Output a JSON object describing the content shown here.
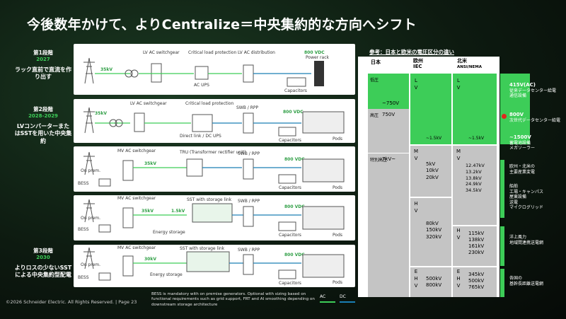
{
  "title": "今後数年かけて、よりCentralize＝中央集約的な方向へシフト",
  "stages": [
    {
      "name": "第1段階",
      "year": "2027",
      "desc": "ラック直前で直流を作り出す"
    },
    {
      "name": "第2段階",
      "year": "2028-2029",
      "desc": "LVコンバーターまたはSSTを用いた中央集約"
    },
    {
      "name": "第3段階",
      "year": "2030",
      "desc": "よりロスの少ないSSTによる中央集約型配電"
    }
  ],
  "panel1": {
    "kv": "35kV",
    "lv_ac_switchgear": "LV AC switchgear",
    "critical_load": "Critical load protection",
    "ac_ups": "AC UPS",
    "lv_ac_distribution": "LV AC distribution",
    "vdc": "800 VDC",
    "power_rack": "Power rack",
    "capacitors": "Capacitors"
  },
  "panel2": {
    "kv": "35kV",
    "lv_ac_switchgear": "LV AC switchgear",
    "critical_load": "Critical load protection",
    "direct_link": "Direct link / DC UPS",
    "swb": "SWB / RPP",
    "vdc": "800 VDC",
    "capacitors": "Capacitors",
    "pods": "Pods"
  },
  "panel3": {
    "mv": "MV AC switchgear",
    "kv": "35kV",
    "tru": "TRU",
    "tru_sub": "(Transformer rectifier unit)",
    "swb": "SWB / RPP",
    "vdc": "800 VDC",
    "on_prem": "On prem.",
    "bess": "BESS",
    "capacitors": "Capacitors",
    "pods": "Pods"
  },
  "panel4": {
    "mv": "MV AC switchgear",
    "kv": "35kV",
    "kv2": "1.5kV",
    "sst": "SST with storage link",
    "swb": "SWB / RPP",
    "vdc": "800 VDC",
    "on_prem": "On prem.",
    "bess": "BESS",
    "energy_storage": "Energy storage",
    "capacitors": "Capacitors",
    "pods": "Pods"
  },
  "panel5": {
    "mv": "MV AC switchgear",
    "kv": "30kV",
    "sst": "SST with storage link",
    "swb": "SWB / RPP",
    "vdc": "800 VDC",
    "on_prem": "On prem.",
    "bess": "BESS",
    "energy_storage": "Energy storage",
    "capacitors": "Capacitors",
    "pods": "Pods"
  },
  "footer": "©2026 Schneider Electric. All Rights Reserved. | Page 23",
  "note": "BESS is mandatory with on premise generators. Optional with sizing based on functional requirements such as grid support, FRT and AI smoothing depending on downstream storage architecture",
  "legend": {
    "ac": "AC",
    "dc": "DC"
  },
  "reference": {
    "title": "参考：日本と欧米の電圧区分の違い",
    "headers": {
      "japan": "日本",
      "eu": "欧州",
      "eu_sub": "IEC",
      "na": "北米",
      "na_sub": "ANSI/NEMA"
    },
    "japan": {
      "low": "低圧",
      "low_v": "~750V",
      "high": "高圧",
      "high_v": "750V",
      "extra": "特別高圧",
      "extra_v": "7kV~"
    },
    "eu": {
      "lv": "L V",
      "lv_v": "~1.5kV",
      "mv": "M V",
      "mv_v": "5kV\n10kV\n20kV",
      "hv": "H V",
      "hv_v": "80kV\n150kV\n320kV",
      "ehv": "E H V",
      "ehv_v": "500kV\n800kV"
    },
    "na": {
      "lv": "L V",
      "lv_v": "~1.5kV",
      "mv": "M V",
      "mv_v": "12.47kV\n13.2kV\n13.8kV\n24.9kV\n34.5kV",
      "hv": "H V",
      "hv_v": "115kV\n138kV\n161kV\n230kV",
      "ehv": "E H V",
      "ehv_v": "345kV\n500kV\n765kV"
    },
    "notes": [
      {
        "v": "415V(AC)",
        "t": "従来データセンター給電\n通信設備"
      },
      {
        "v": "800V",
        "t": "次世代データセンター給電"
      },
      {
        "v": "~1500V",
        "t": "蓄電池設備\nメガソーラー"
      },
      {
        "t": "欧州・北米の\n主要産業変電"
      },
      {
        "t": "船舶\n工場・キャンパス\n屋東設備\n送電\nマイクログリッド"
      },
      {
        "t": "洋上風力\n地域間連携送電網"
      },
      {
        "t": "各国の\n基幹長距離送電網"
      }
    ],
    "colors": {
      "low": "#3dcd58",
      "red": "#e0271d",
      "grey": "#c4c4c4"
    }
  }
}
